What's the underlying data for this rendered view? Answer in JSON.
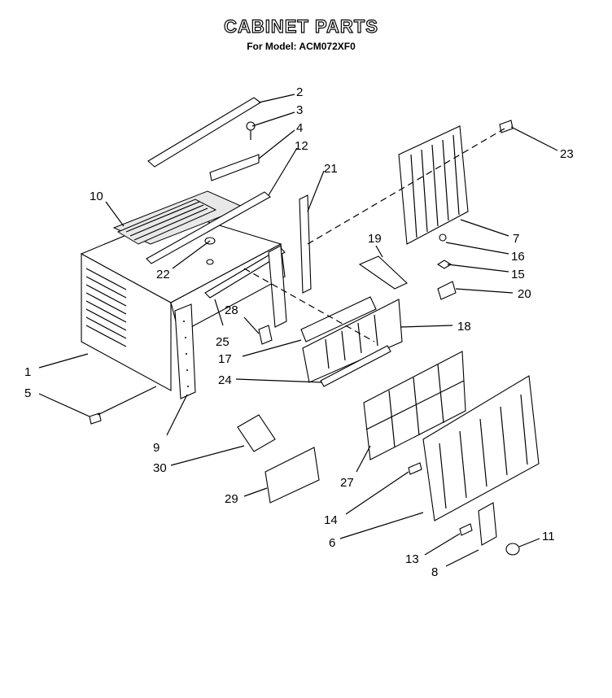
{
  "title": "CABINET PARTS",
  "subtitle": "For Model: ACM072XF0",
  "callouts": [
    {
      "id": "c1",
      "label": "1"
    },
    {
      "id": "c2",
      "label": "2"
    },
    {
      "id": "c3",
      "label": "3"
    },
    {
      "id": "c4",
      "label": "4"
    },
    {
      "id": "c5",
      "label": "5"
    },
    {
      "id": "c6",
      "label": "6"
    },
    {
      "id": "c7",
      "label": "7"
    },
    {
      "id": "c8",
      "label": "8"
    },
    {
      "id": "c9",
      "label": "9"
    },
    {
      "id": "c10",
      "label": "10"
    },
    {
      "id": "c11",
      "label": "11"
    },
    {
      "id": "c12",
      "label": "12"
    },
    {
      "id": "c13",
      "label": "13"
    },
    {
      "id": "c14",
      "label": "14"
    },
    {
      "id": "c15",
      "label": "15"
    },
    {
      "id": "c16",
      "label": "16"
    },
    {
      "id": "c17",
      "label": "17"
    },
    {
      "id": "c18",
      "label": "18"
    },
    {
      "id": "c19",
      "label": "19"
    },
    {
      "id": "c20",
      "label": "20"
    },
    {
      "id": "c21",
      "label": "21"
    },
    {
      "id": "c22",
      "label": "22"
    },
    {
      "id": "c23",
      "label": "23"
    },
    {
      "id": "c24",
      "label": "24"
    },
    {
      "id": "c25",
      "label": "25"
    },
    {
      "id": "c27",
      "label": "27"
    },
    {
      "id": "c28",
      "label": "28"
    },
    {
      "id": "c29",
      "label": "29"
    },
    {
      "id": "c30",
      "label": "30"
    }
  ]
}
